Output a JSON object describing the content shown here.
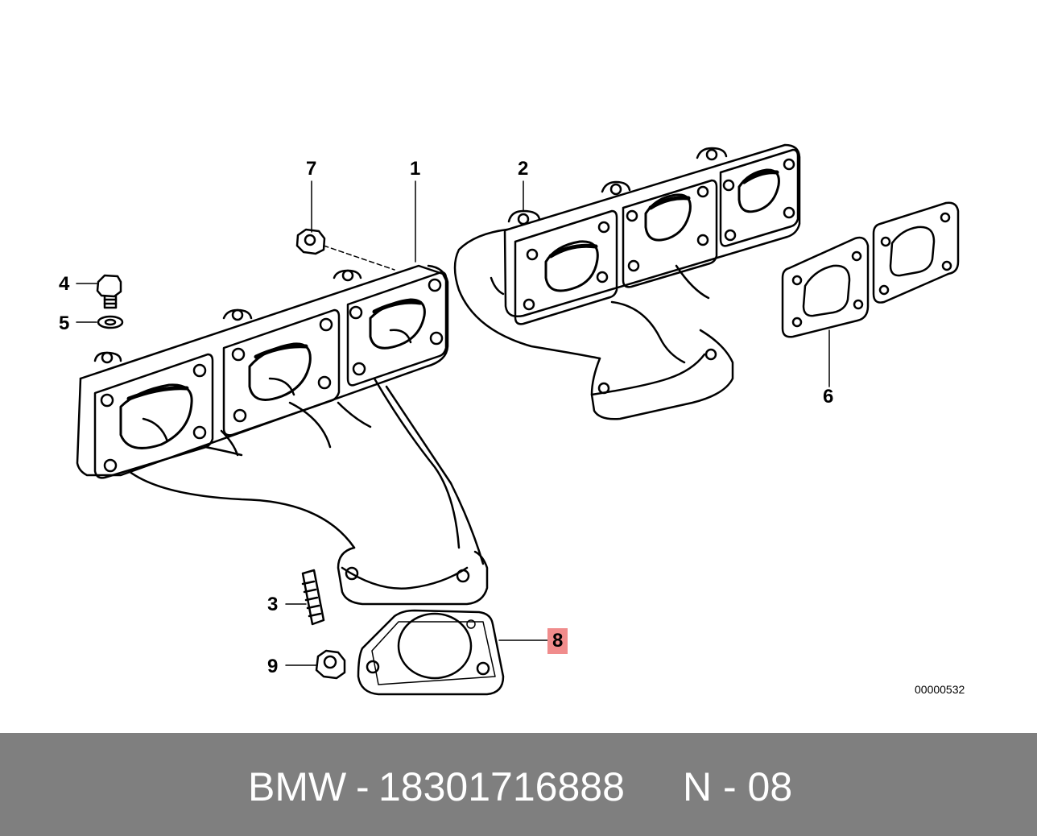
{
  "diagram": {
    "callouts": {
      "c1": "1",
      "c2": "2",
      "c3": "3",
      "c4": "4",
      "c5": "5",
      "c6": "6",
      "c7": "7",
      "c8": "8",
      "c9": "9"
    },
    "highlight_color": "#f08c8c",
    "reference_number": "00000532"
  },
  "footer": {
    "brand": "BMW",
    "separator": "-",
    "part_number": "18301716888",
    "position_label": "N - 08",
    "background_color": "#7f7f7f"
  }
}
